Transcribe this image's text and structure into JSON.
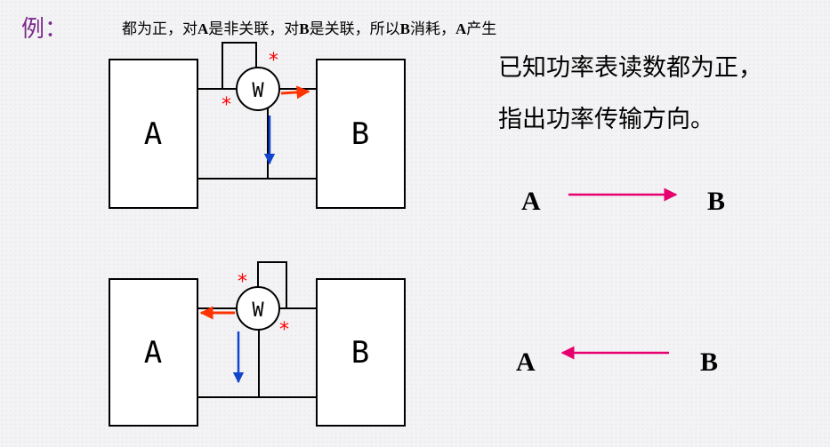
{
  "header": {
    "example_label": "例：",
    "note": {
      "t1": "都为正，对",
      "a1": "A",
      "t2": "是非关联，对",
      "b1": "B",
      "t3": "是关联，所以",
      "b2": "B",
      "t4": "消耗，",
      "a2": "A",
      "t5": "产生"
    }
  },
  "question": {
    "line1": "已知功率表读数都为正，",
    "line2": "指出功率传输方向。"
  },
  "diagram1": {
    "left_box": "A",
    "right_box": "B",
    "meter": "W",
    "star_top": "*",
    "star_left": "*"
  },
  "diagram2": {
    "left_box": "A",
    "right_box": "B",
    "meter": "W",
    "star_top": "*",
    "star_right": "*"
  },
  "answer1": {
    "from": "A",
    "to": "B"
  },
  "answer2": {
    "from": "A",
    "to": "B"
  },
  "colors": {
    "current_arrow": "#ff3300",
    "voltage_arrow": "#1144cc",
    "answer_arrow": "#e6006e",
    "star": "#ff0000",
    "example_label": "#7b2a8c"
  }
}
